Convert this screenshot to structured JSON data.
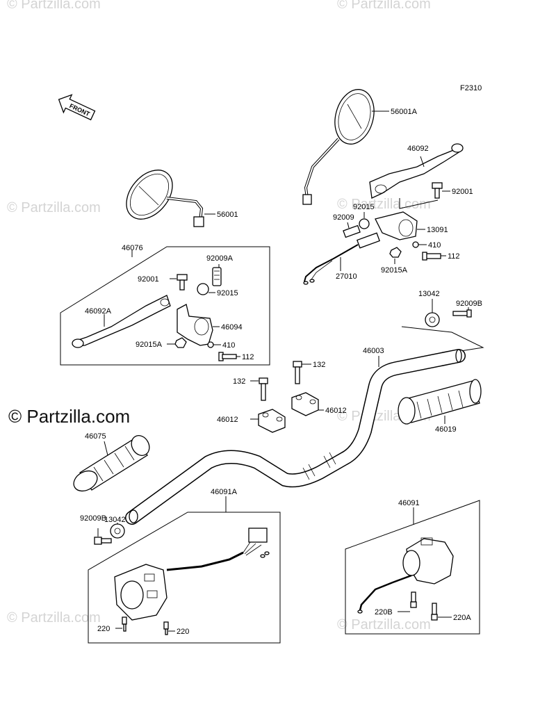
{
  "figure_code": "F2310",
  "front_label": "FRONT",
  "watermark_main": "© Partzilla.com",
  "watermark_faint": "© Partzilla.com",
  "labels": {
    "p56001A": "56001A",
    "p56001": "56001",
    "p46092": "46092",
    "p92001_r": "92001",
    "p92015_r": "92015",
    "p92009_r": "92009",
    "p13091": "13091",
    "p410_r": "410",
    "p112_r": "112",
    "p92015A_r": "92015A",
    "p27010": "27010",
    "p13042_r": "13042",
    "p92009B_r": "92009B",
    "p46076": "46076",
    "p92009A": "92009A",
    "p92001_l": "92001",
    "p92015_l": "92015",
    "p46092A": "46092A",
    "p46094": "46094",
    "p92015A_l": "92015A",
    "p410_l": "410",
    "p112_l": "112",
    "p46003": "46003",
    "p132_r": "132",
    "p132_l": "132",
    "p46012_l": "46012",
    "p46012_r": "46012",
    "p46019": "46019",
    "p46075": "46075",
    "p13042_l": "13042",
    "p92009B_l": "92009B",
    "p46091A": "46091A",
    "p220_a": "220",
    "p220_b": "220",
    "p46091": "46091",
    "p220B": "220B",
    "p220A": "220A"
  }
}
